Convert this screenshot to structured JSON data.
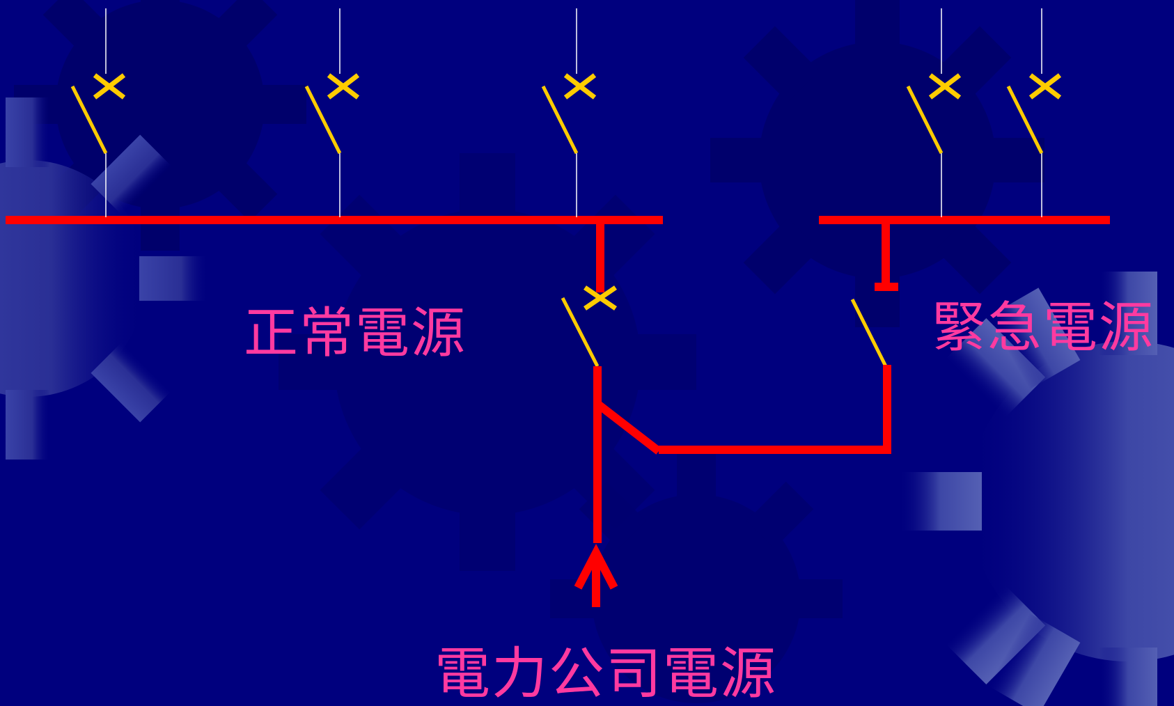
{
  "labels": {
    "normal_power": "正常電源",
    "emergency_power": "緊急電源",
    "utility_power": "電力公司電源"
  },
  "colors": {
    "background": "#00007e",
    "bus_line": "#ff0000",
    "switch_blade": "#ffcc00",
    "feeder_line": "#ffffff",
    "label_text": "#ff3aa0"
  }
}
